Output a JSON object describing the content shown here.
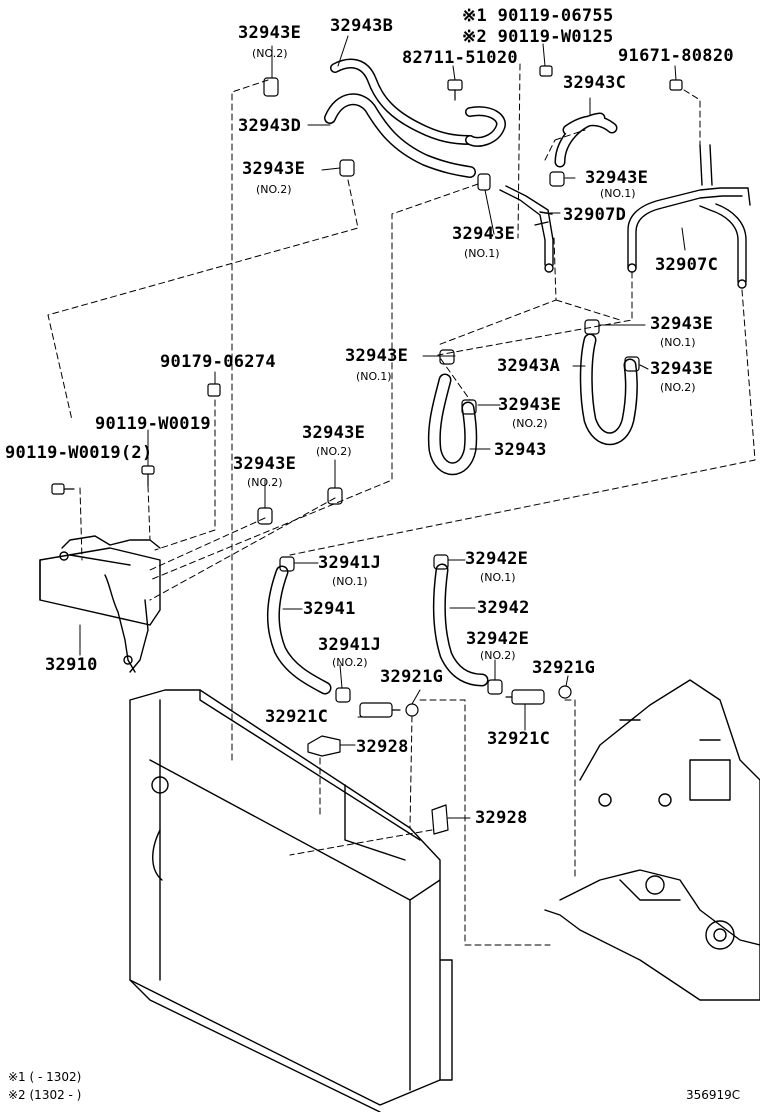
{
  "labels": {
    "p_32943E_a": "32943E",
    "p_32943B": "32943B",
    "p_90119_06755": "※1 90119-06755",
    "p_90119_W0125": "※2 90119-W0125",
    "p_82711_51020": "82711-51020",
    "p_91671_80820": "91671-80820",
    "p_32943C": "32943C",
    "p_32943D": "32943D",
    "p_32943E_b": "32943E",
    "p_32943E_c": "32943E",
    "p_32907D": "32907D",
    "p_32943E_d": "32943E",
    "p_32907C": "32907C",
    "p_32943E_e": "32943E",
    "p_32943E_f": "32943E",
    "p_32943A": "32943A",
    "p_32943E_g": "32943E",
    "p_32943E_h": "32943E",
    "p_32943": "32943",
    "p_90179_06274": "90179-06274",
    "p_90119_W0019": "90119-W0019",
    "p_90119_W0019_2": "90119-W0019(2)",
    "p_32943E_i": "32943E",
    "p_32943E_j": "32943E",
    "p_32941J_a": "32941J",
    "p_32942E_a": "32942E",
    "p_32941": "32941",
    "p_32942": "32942",
    "p_32941J_b": "32941J",
    "p_32942E_b": "32942E",
    "p_32921G_a": "32921G",
    "p_32921G_b": "32921G",
    "p_32921C_a": "32921C",
    "p_32921C_b": "32921C",
    "p_32910": "32910",
    "p_32928_a": "32928",
    "p_32928_b": "32928"
  },
  "sublabels": {
    "s_e_a": "(NO.2)",
    "s_e_b": "(NO.2)",
    "s_e_c": "(NO.1)",
    "s_e_d": "(NO.1)",
    "s_e_e": "(NO.1)",
    "s_e_f": "(NO.1)",
    "s_e_g": "(NO.2)",
    "s_e_h": "(NO.2)",
    "s_e_i": "(NO.2)",
    "s_e_j": "(NO.2)",
    "s_j_a": "(NO.1)",
    "s_e2_a": "(NO.1)",
    "s_j_b": "(NO.2)",
    "s_e2_b": "(NO.2)"
  },
  "notes": {
    "legend_1": "※1 (        - 1302)",
    "legend_2": "※2 (1302 -          )",
    "diagram_id": "356919C"
  }
}
